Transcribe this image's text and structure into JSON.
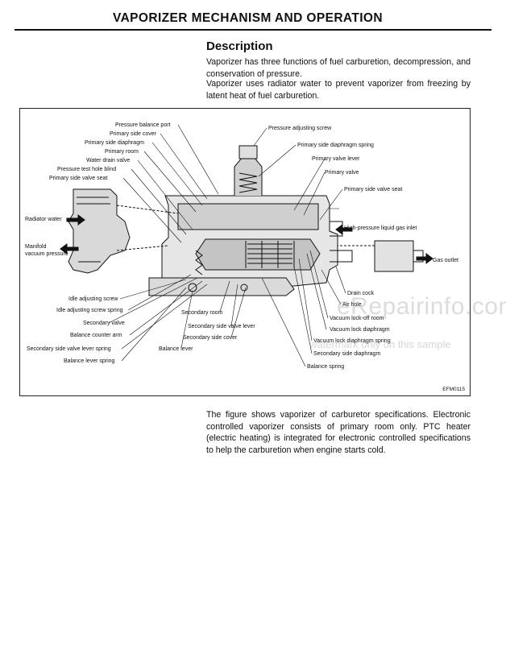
{
  "page": {
    "title": "VAPORIZER MECHANISM AND OPERATION",
    "description_heading": "Description",
    "para1": "Vaporizer has three functions of fuel carburetion, decompression, and conservation of pressure.",
    "para2": "Vaporizer uses radiator water to prevent vaporizer from freezing by latent heat of fuel carburetion.",
    "para3": "The figure shows vaporizer of carburetor specifications. Electronic controlled vaporizer consists of primary room only. PTC heater (electric heating) is integrated for electronic controlled specifications to help the carburetion when engine starts cold."
  },
  "figure": {
    "id": "EFM0115",
    "labels": {
      "pressure_balance_port": "Pressure balance port",
      "primary_side_cover": "Primary side cover",
      "primary_side_diaphragm": "Primary side diaphragm",
      "primary_room": "Primary room",
      "water_drain_valve": "Water drain valve",
      "pressure_test_hole_blind": "Pressure test hole blind",
      "primary_side_valve_seat_left": "Primary side valve seat",
      "pressure_adjusting_screw": "Pressure adjusting screw",
      "primary_side_diaphragm_spring": "Primary side diaphragm spring",
      "primary_valve_lever": "Primary valve lever",
      "primary_valve": "Primary valve",
      "primary_side_valve_seat_right": "Primary side valve seat",
      "radiator_water": "Radiator water",
      "manifold_vacuum_pressure_1": "Manifold",
      "manifold_vacuum_pressure_2": "vacuum pressure",
      "high_pressure_liquid_gas_inlet": "High-pressure liquid gas inlet",
      "gas_outlet": "Gas outlet",
      "drain_cock": "Drain cock",
      "air_hole": "Air hole",
      "vacuum_lock_off_room": "Vacuum lock-off room",
      "vacuum_lock_diaphragm": "Vacuum lock diaphragm",
      "vacuum_lock_diaphragm_spring": "Vacuum lock diaphragm spring",
      "secondary_side_diaphragm": "Secondary side diaphragm",
      "balance_spring": "Balance spring",
      "idle_adjusting_screw": "Idle adjusting screw",
      "idle_adjusting_screw_spring": "Idle adjusting screw spring",
      "secondary_valve": "Secondary valve",
      "balance_counter_arm": "Balance counter arm",
      "secondary_side_valve_lever_spring": "Secondary side valve lever spring",
      "balance_lever_spring": "Balance lever spring",
      "secondary_room": "Secondary room",
      "secondary_side_valve_lever": "Secondary side valve lever",
      "secondary_side_cover": "Secondary side cover",
      "balance_lever": "Balance lever"
    }
  },
  "watermark": {
    "line1": "eRepairinfo.com",
    "line2": "watermark only on this sample"
  },
  "colors": {
    "ink": "#111111",
    "paper": "#ffffff",
    "watermark": "#8c8c8c"
  }
}
